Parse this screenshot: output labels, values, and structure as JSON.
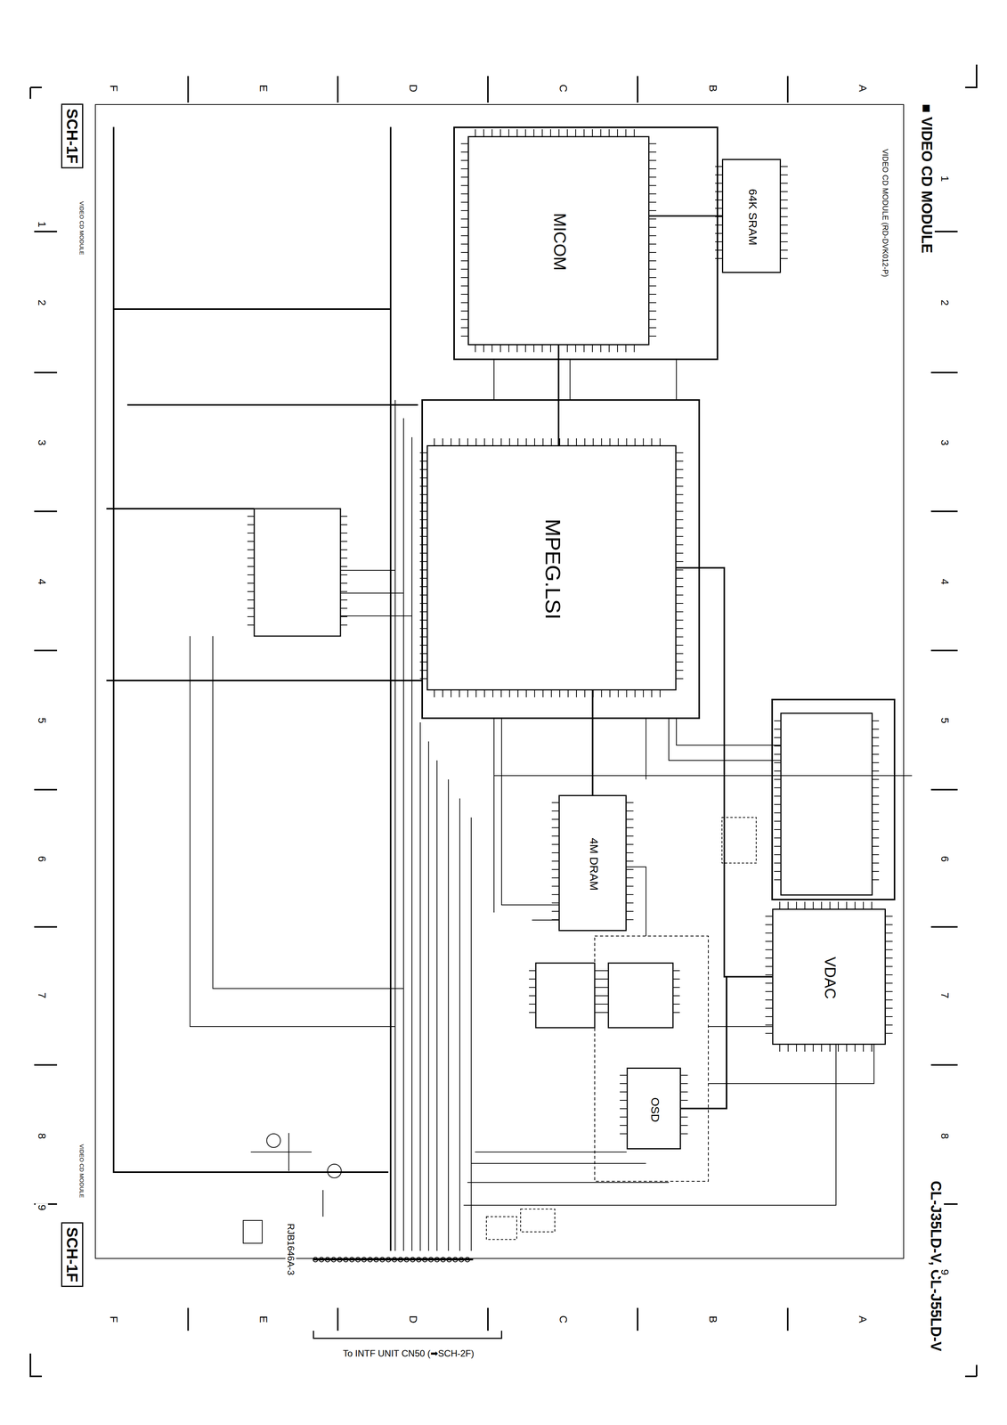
{
  "diagram": {
    "title": "■ VIDEO CD MODULE",
    "nodes": [
      {
        "text": [
          "MICOM"
        ]
      },
      {
        "text": [
          "64K SRAM"
        ]
      },
      {
        "text": [
          "MPEG.LSI"
        ]
      },
      {
        "text": [
          "4M DRAM"
        ]
      },
      {
        "text": [
          "VDAC"
        ]
      },
      {
        "text": [
          "OSD"
        ]
      }
    ],
    "edges": [
      {
        "from": 0,
        "to": 1,
        "arrow": "none"
      },
      {
        "from": 0,
        "to": 2,
        "arrow": "none"
      },
      {
        "from": 2,
        "to": 3,
        "arrow": "none"
      },
      {
        "from": 2,
        "to": 4,
        "arrow": "none"
      },
      {
        "from": 5,
        "to": 4,
        "arrow": "none"
      }
    ],
    "labels": [
      "VIDEO CD MODULE (RD-DVK012-P)",
      "CL-J35LD-V, CL-J55LD-V",
      "SCH-1F",
      "VIDEO CD MODULE",
      "SCH-1F",
      "VIDEO CD MODULE",
      "RJB1646A-3",
      "To INTF UNIT CN50 (➡SCH-2F)",
      "F",
      "E",
      "D",
      "C",
      "B",
      "A",
      "F",
      "E",
      "D",
      "C",
      "B",
      "A",
      "1",
      "2",
      "3",
      "4",
      "5",
      "6",
      "7",
      "8",
      "9",
      "1",
      "2",
      "3",
      "4",
      "5",
      "6",
      "7",
      "8",
      "9"
    ]
  }
}
